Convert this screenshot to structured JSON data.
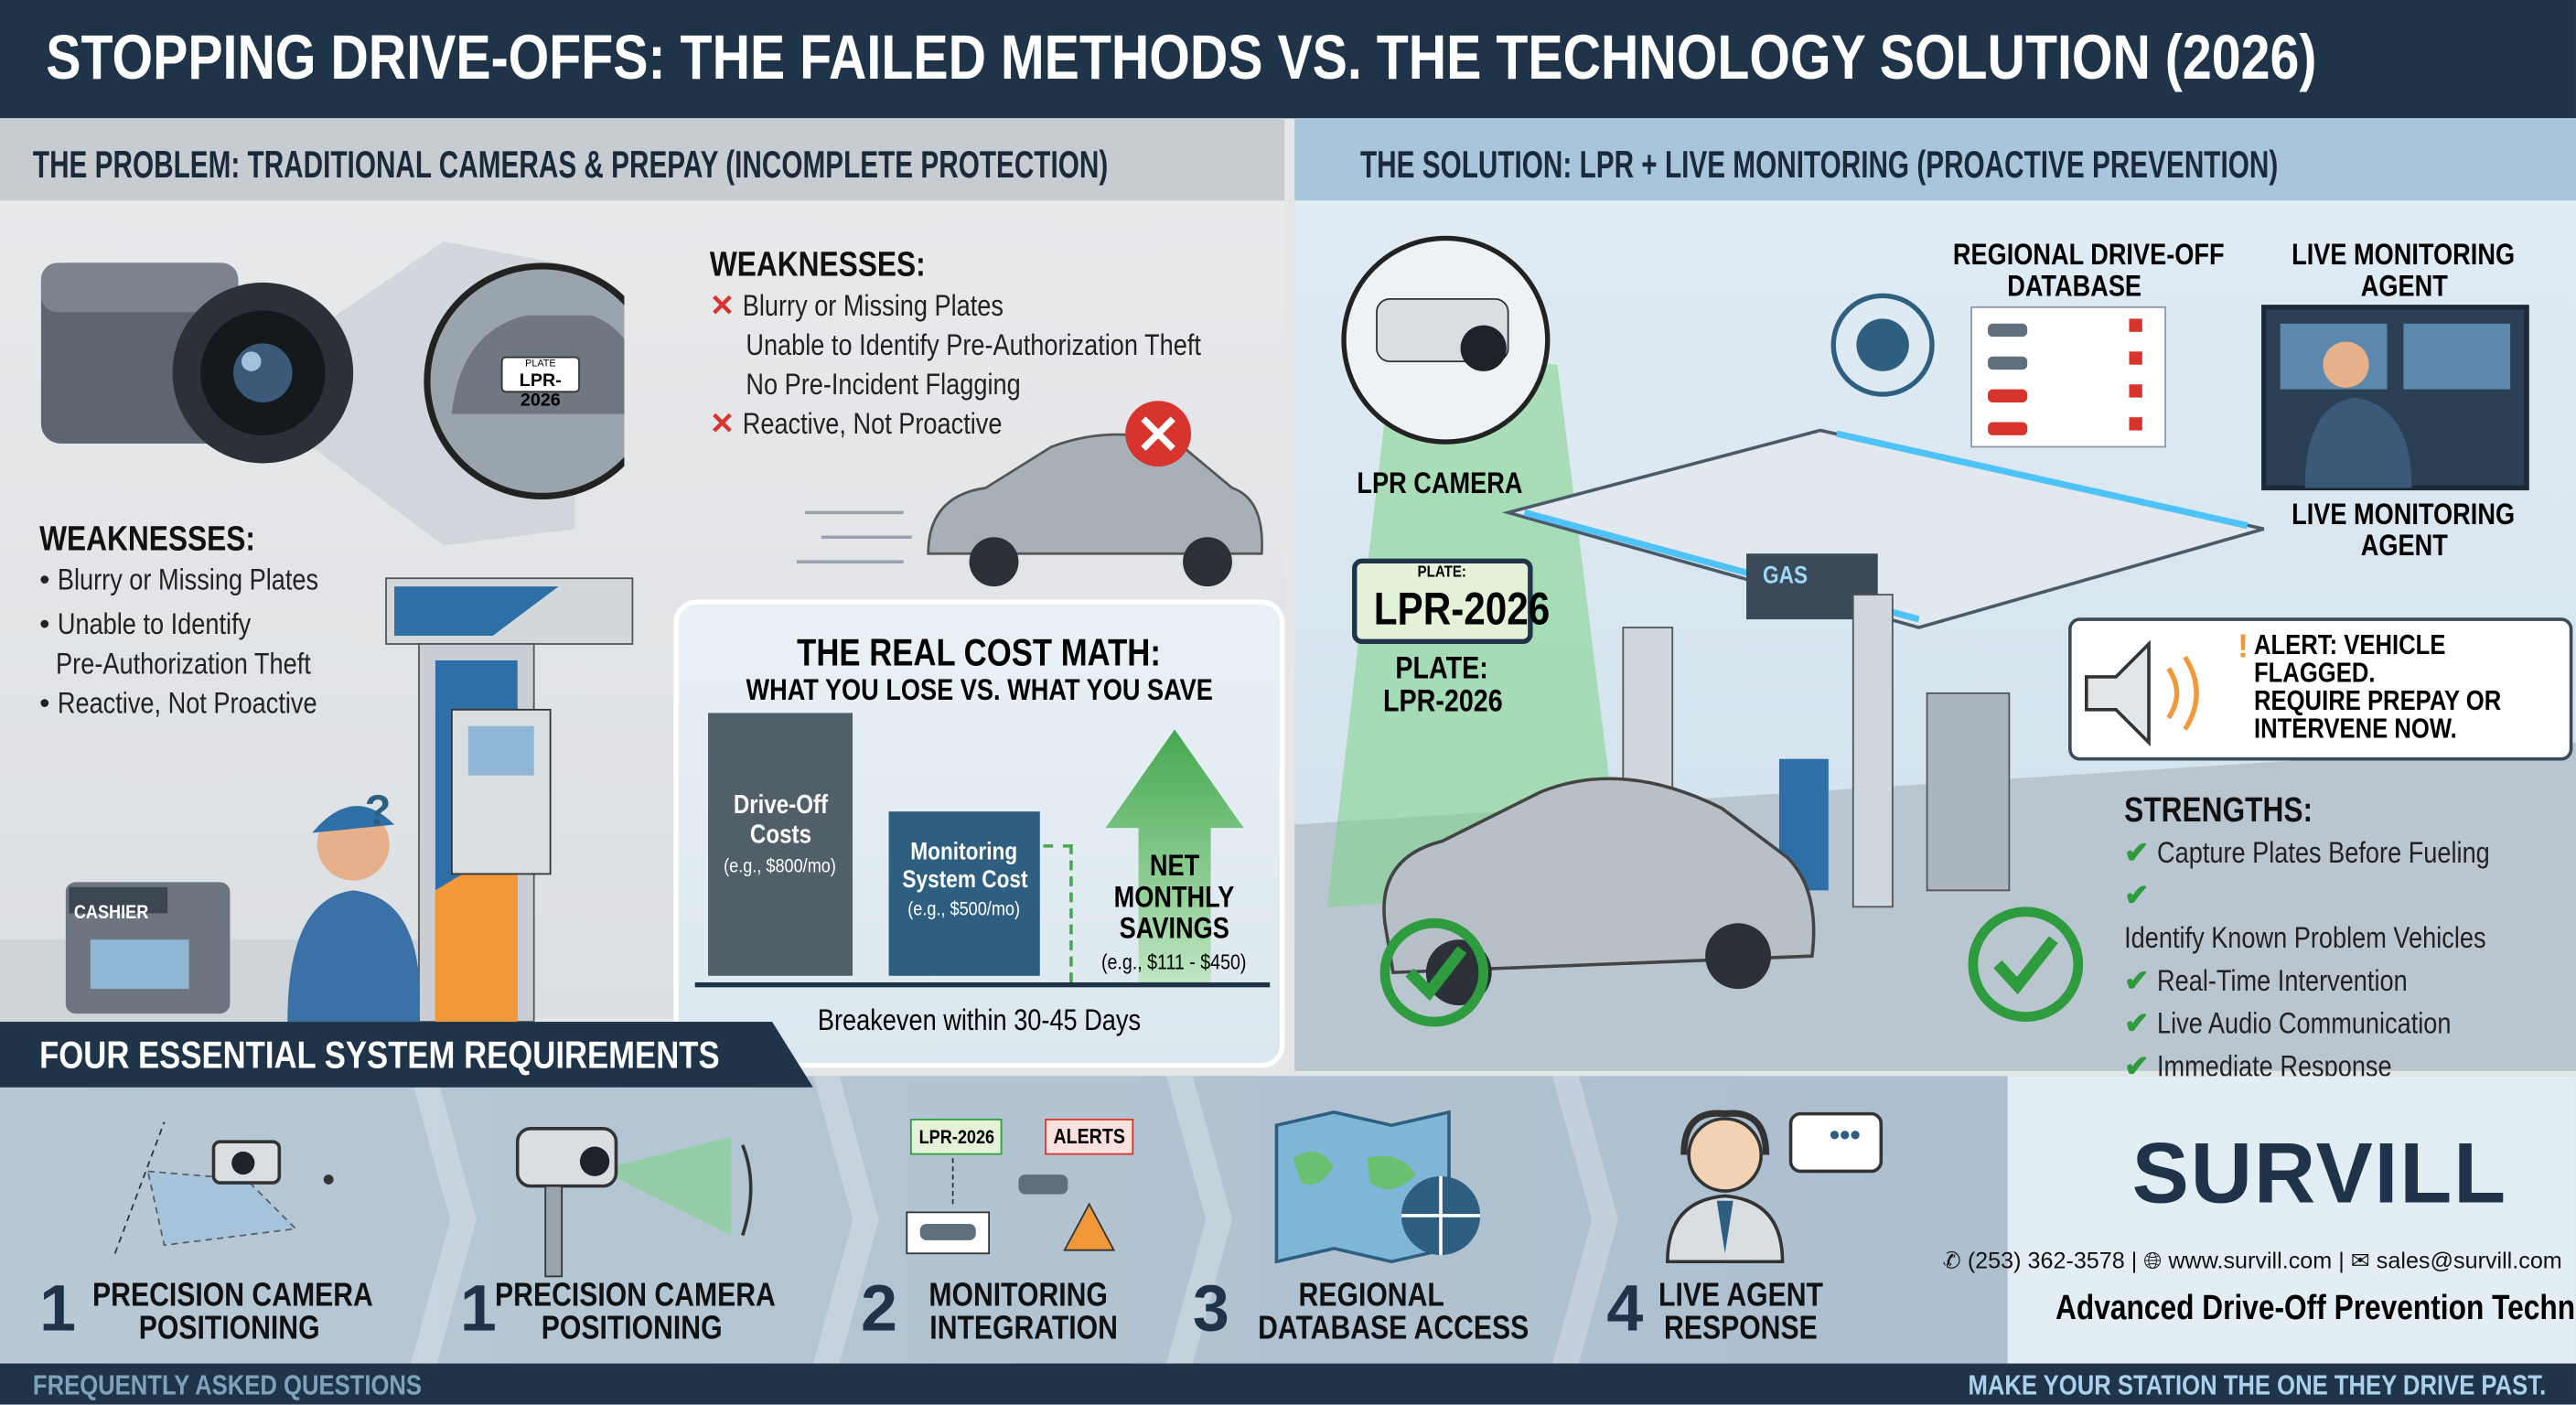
{
  "title": "STOPPING DRIVE-OFFS: THE FAILED METHODS VS. THE TECHNOLOGY SOLUTION (2026)",
  "problem": {
    "header": "THE PROBLEM: TRADITIONAL CAMERAS & PREPAY (INCOMPLETE PROTECTION)",
    "plate_small": "PLATE",
    "plate": "LPR-2026",
    "weaknesses_top": {
      "title": "WEAKNESSES:",
      "items": [
        "Blurry or Missing Plates",
        "Unable to Identify Pre-Authorization Theft",
        "No Pre-Incident Flagging",
        "Reactive, Not Proactive"
      ]
    },
    "weaknesses_left": {
      "title": "WEAKNESSES:",
      "items": [
        "Blurry or Missing Plates",
        "Unable to Identify",
        "Pre-Authorization Theft",
        "Reactive, Not Proactive"
      ]
    },
    "cashier_label": "CASHIER",
    "question_mark": "?"
  },
  "cost_math": {
    "title": "THE REAL COST MATH:",
    "subtitle": "WHAT YOU LOSE VS. WHAT YOU SAVE",
    "bars": [
      {
        "label1": "Drive-Off",
        "label2": "Costs",
        "example": "(e.g., $800/mo)",
        "value": 800,
        "color": "#515f68"
      },
      {
        "label1": "Monitoring",
        "label2": "System Cost",
        "example": "(e.g., $500/mo)",
        "value": 500,
        "color": "#2f5f80"
      }
    ],
    "savings": {
      "label1": "NET",
      "label2": "MONTHLY",
      "label3": "SAVINGS",
      "example": "(e.g., $111 - $450)",
      "color": "#45a84f"
    },
    "footnote": "Breakeven within 30-45 Days"
  },
  "solution": {
    "header": "THE SOLUTION: LPR + LIVE MONITORING (PROACTIVE PREVENTION)",
    "lpr_camera": "LPR CAMERA",
    "plate_small": "PLATE:",
    "plate": "LPR-2026",
    "plate_caption1": "PLATE:",
    "plate_caption2": "LPR-2026",
    "database1": "REGIONAL DRIVE-OFF",
    "database2": "DATABASE",
    "agent_top1": "LIVE MONITORING",
    "agent_top2": "AGENT",
    "agent_bottom1": "LIVE MONITORING",
    "agent_bottom2": "AGENT",
    "gas_sign": "GAS",
    "alert": {
      "line1": "ALERT: VEHICLE",
      "line2": "FLAGGED.",
      "line3": "REQUIRE PREPAY OR",
      "line4": "INTERVENE NOW."
    },
    "strengths": {
      "title": "STRENGTHS:",
      "items": [
        "Capture Plates Before Fueling",
        "Identify Known Problem Vehicles",
        "Real-Time Intervention",
        "Live Audio Communication",
        "Immediate Response"
      ]
    }
  },
  "requirements": {
    "title": "FOUR ESSENTIAL SYSTEM REQUIREMENTS",
    "steps": [
      {
        "num": "1",
        "line1": "PRECISION CAMERA",
        "line2": "POSITIONING",
        "icon": "camera-angle-icon"
      },
      {
        "num": "1",
        "line1": "PRECISION CAMERA",
        "line2": "POSITIONING",
        "icon": "camera-view-icon"
      },
      {
        "num": "2",
        "line1": "MONITORING",
        "line2": "INTEGRATION",
        "icon": "integration-icon",
        "tag1": "LPR-2026",
        "tag2": "ALERTS"
      },
      {
        "num": "3",
        "line1": "REGIONAL",
        "line2": "DATABASE ACCESS",
        "icon": "map-globe-icon"
      },
      {
        "num": "4",
        "line1": "LIVE AGENT",
        "line2": "RESPONSE",
        "icon": "agent-headset-icon",
        "bubble": "•••"
      }
    ]
  },
  "brand": {
    "logo": "SURVILL",
    "phone": "(253) 362-3578",
    "website": "www.survill.com",
    "email": "sales@survill.com",
    "sep": "|",
    "tagline": "Advanced Drive-Off Prevention Technology"
  },
  "footer": {
    "left": "FREQUENTLY ASKED QUESTIONS",
    "right": "MAKE YOUR STATION THE ONE THEY DRIVE PAST."
  },
  "colors": {
    "navy": "#1f3449",
    "green": "#2e9c3e",
    "red": "#d6342c",
    "accent": "#2f5f80"
  }
}
